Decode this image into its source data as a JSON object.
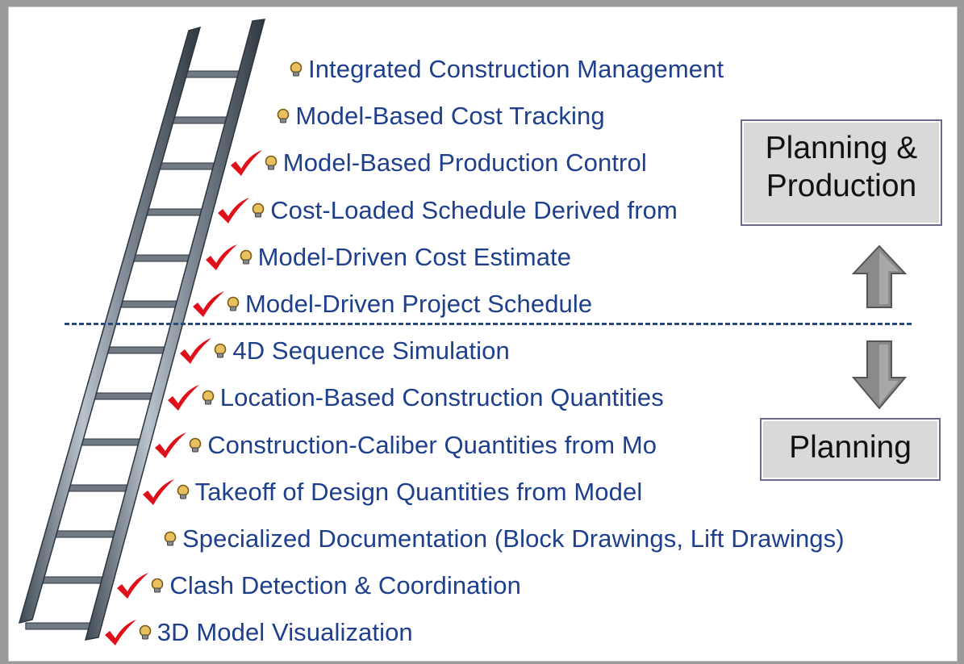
{
  "ladder_steps": [
    {
      "label": "Integrated Construction Management",
      "checked": false
    },
    {
      "label": "Model-Based Cost Tracking",
      "checked": false
    },
    {
      "label": "Model-Based Production Control",
      "checked": true
    },
    {
      "label": "Cost-Loaded Schedule Derived from",
      "checked": true
    },
    {
      "label": "Model-Driven Cost Estimate",
      "checked": true
    },
    {
      "label": "Model-Driven Project Schedule",
      "checked": true
    },
    {
      "label": "4D Sequence Simulation",
      "checked": true
    },
    {
      "label": "Location-Based Construction Quantities",
      "checked": true
    },
    {
      "label": "Construction-Caliber Quantities from Mo",
      "checked": true
    },
    {
      "label": "Takeoff of Design Quantities from Model",
      "checked": true
    },
    {
      "label": "Specialized Documentation (Block Drawings, Lift Drawings)",
      "checked": false
    },
    {
      "label": "Clash Detection & Coordination",
      "checked": true
    },
    {
      "label": "3D Model Visualization",
      "checked": true
    }
  ],
  "stages": {
    "upper_line1": "Planning &",
    "upper_line2": "Production",
    "lower": "Planning"
  },
  "colors": {
    "text": "#1d3f8c",
    "check": "#e0101a",
    "divider": "#2a4a7a",
    "box_fill": "#d9d9d9"
  },
  "icons": {
    "step_marker": "lightbulb-icon",
    "status": "checkmark-icon",
    "stage_arrows": "up-down-arrow-icon",
    "ladder": "ladder-illustration"
  }
}
